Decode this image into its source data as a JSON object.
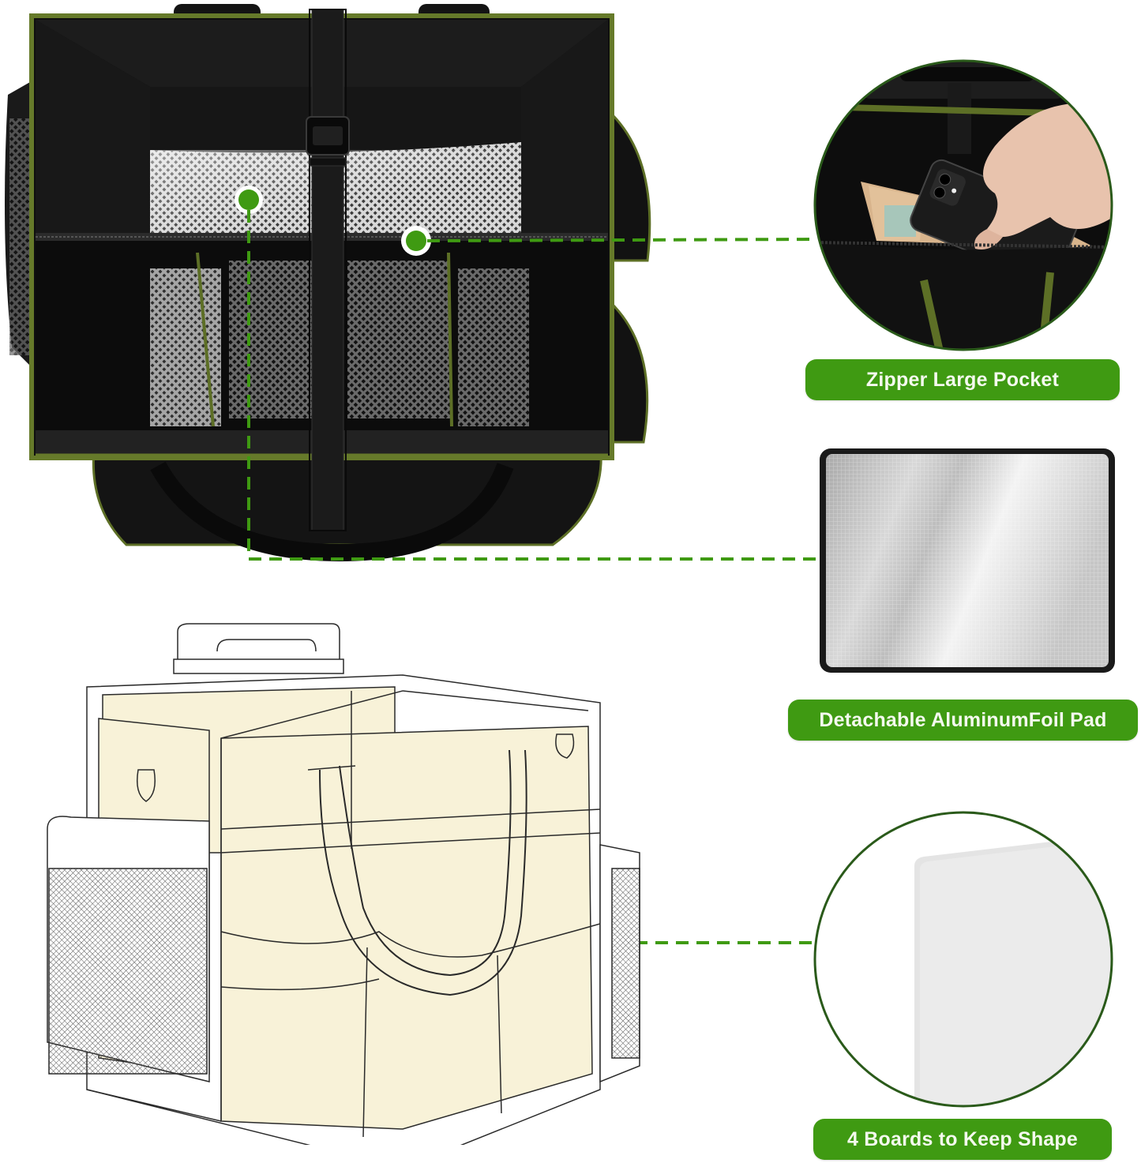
{
  "features": [
    {
      "id": "zipper-pocket",
      "label": "Zipper Large Pocket",
      "image": "hand-placing-phone-into-zipper-pocket"
    },
    {
      "id": "foil-pad",
      "label": "Detachable AluminumFoil Pad",
      "image": "aluminum-foil-pad"
    },
    {
      "id": "boards",
      "label": "4 Boards to Keep Shape",
      "image": "white-support-board"
    }
  ],
  "colors": {
    "accent_green": "#3f9a12",
    "label_text": "#f4f9ee",
    "bag_black": "#151515",
    "bag_trim": "#6b7a2e",
    "diagram_fill": "#f8f2d8",
    "circle_border": "#2a5a1a"
  },
  "images": {
    "top_photo": "black-tool-bag-top-view-with-divided-compartments",
    "diagram": "line-drawing-of-tool-bag-with-board-inserts"
  }
}
